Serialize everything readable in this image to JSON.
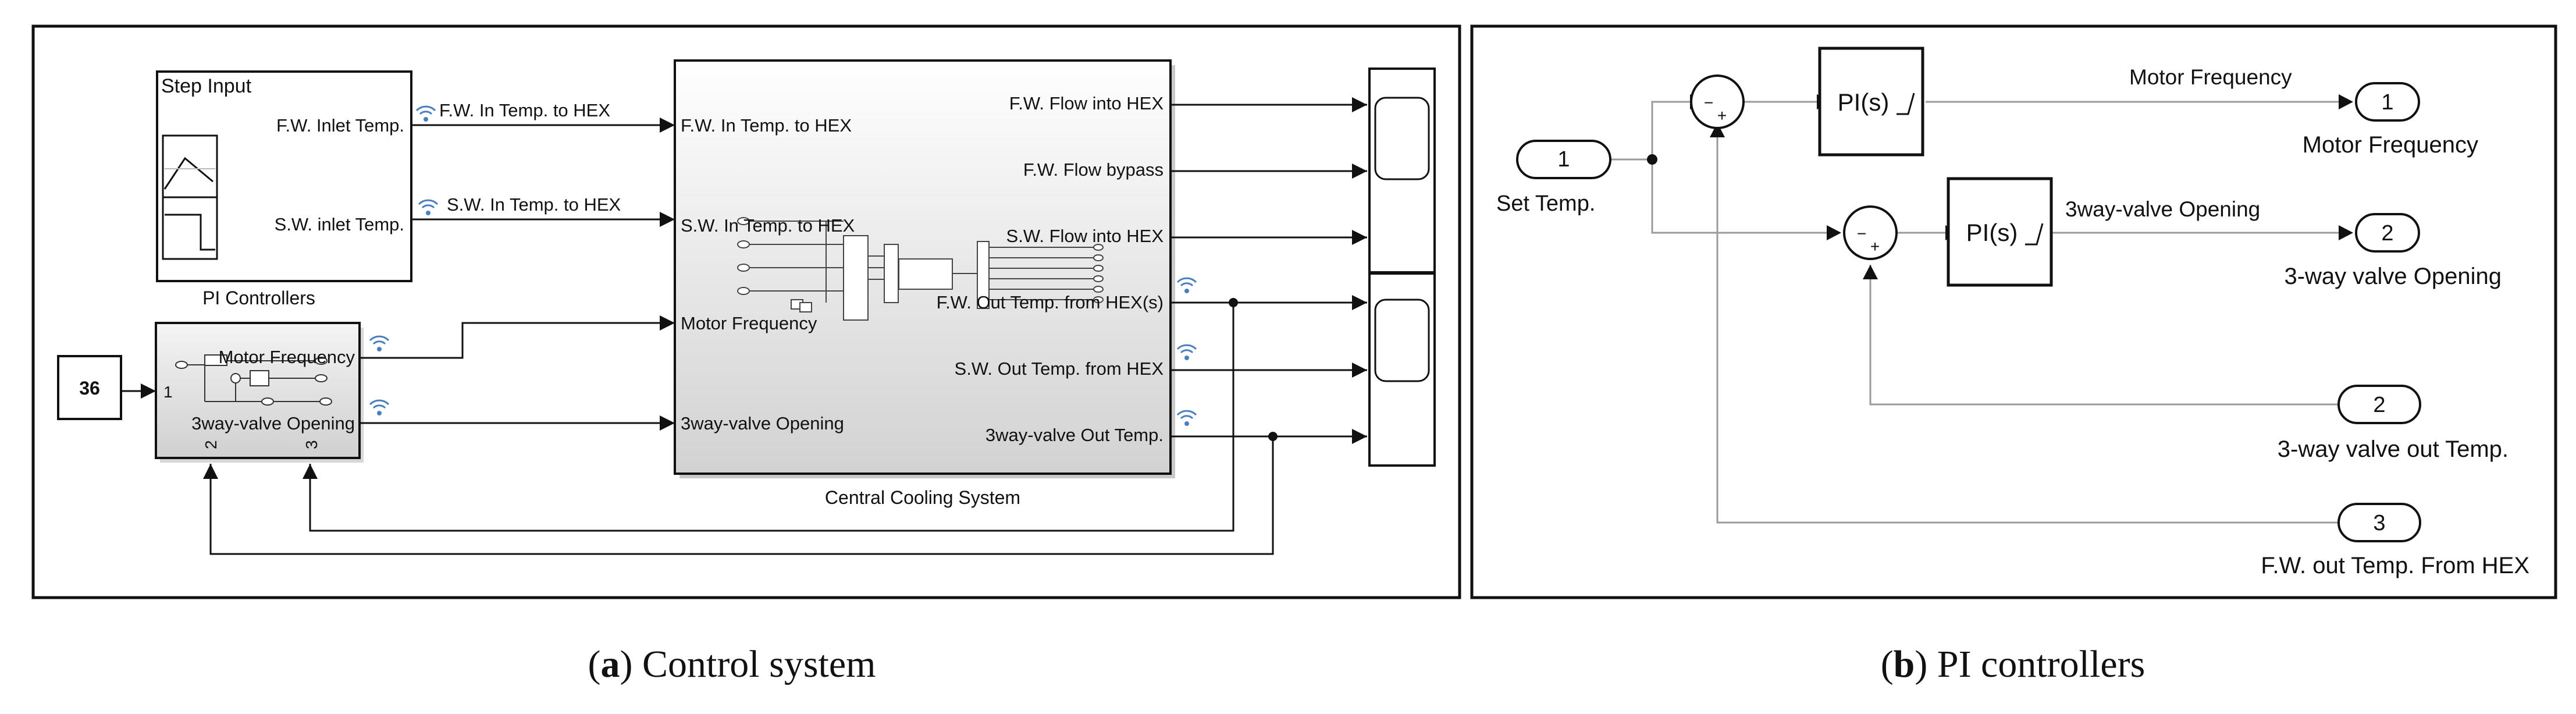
{
  "panel_a": {
    "caption_letter": "a",
    "caption_text": ") Control system",
    "step_input": {
      "title": "Step Input",
      "port1": "F.W. Inlet Temp.",
      "port2": "S.W. inlet Temp."
    },
    "signals": {
      "fw_in": "F.W. In Temp. to HEX",
      "sw_in": "S.W. In Temp. to HEX"
    },
    "pi_block": {
      "title": "PI Controllers",
      "out1": "Motor Frequency",
      "out2": "3way-valve Opening",
      "in1": "1",
      "in2": "2",
      "in3": "3"
    },
    "constant": {
      "value": "36"
    },
    "ccs": {
      "title": "Central Cooling System",
      "inputs": [
        "F.W. In Temp. to HEX",
        "S.W. In Temp. to HEX",
        "Motor Frequency",
        "3way-valve Opening"
      ],
      "outputs": [
        "F.W. Flow into HEX",
        "F.W. Flow bypass",
        "S.W. Flow into HEX",
        "F.W. Out Temp. from HEX(s)",
        "S.W. Out Temp. from HEX",
        "3way-valve Out Temp."
      ]
    }
  },
  "panel_b": {
    "caption_letter": "b",
    "caption_text": ") PI controllers",
    "inport_set": {
      "num": "1",
      "label": "Set Temp."
    },
    "pi1": {
      "label": "PI(s)",
      "signal": "Motor Frequency"
    },
    "pi2": {
      "label": "PI(s)",
      "signal": "3way-valve Opening"
    },
    "out1": {
      "num": "1",
      "label": "Motor Frequency"
    },
    "out2": {
      "num": "2",
      "label": "3-way valve Opening"
    },
    "in2": {
      "num": "2",
      "label": "3-way valve out Temp."
    },
    "in3": {
      "num": "3",
      "label": "F.W. out Temp. From HEX"
    },
    "sum_signs": {
      "minus": "−",
      "plus": "+"
    }
  },
  "colors": {
    "wire": "#1a1a1a",
    "wire_b": "#9a9a9a",
    "icon": "#4a7fc1"
  }
}
